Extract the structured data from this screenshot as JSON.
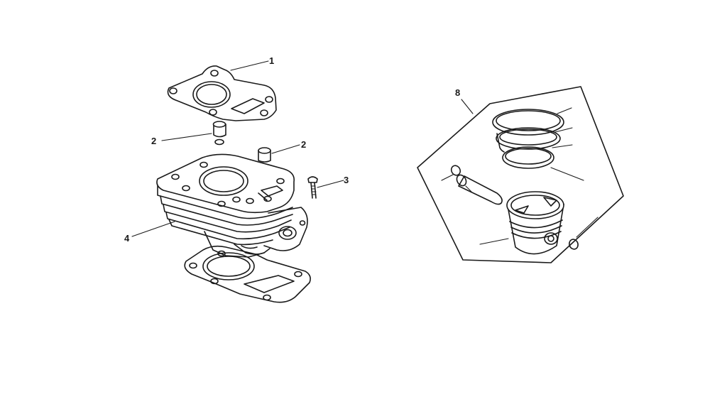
{
  "callouts": {
    "head_gasket": "1",
    "dowel_pin_left": "2",
    "dowel_pin_right": "2",
    "bolt": "3",
    "cylinder": "4",
    "piston_kit": "8"
  },
  "colors": {
    "line": "#1a1a1a",
    "background": "#ffffff"
  }
}
